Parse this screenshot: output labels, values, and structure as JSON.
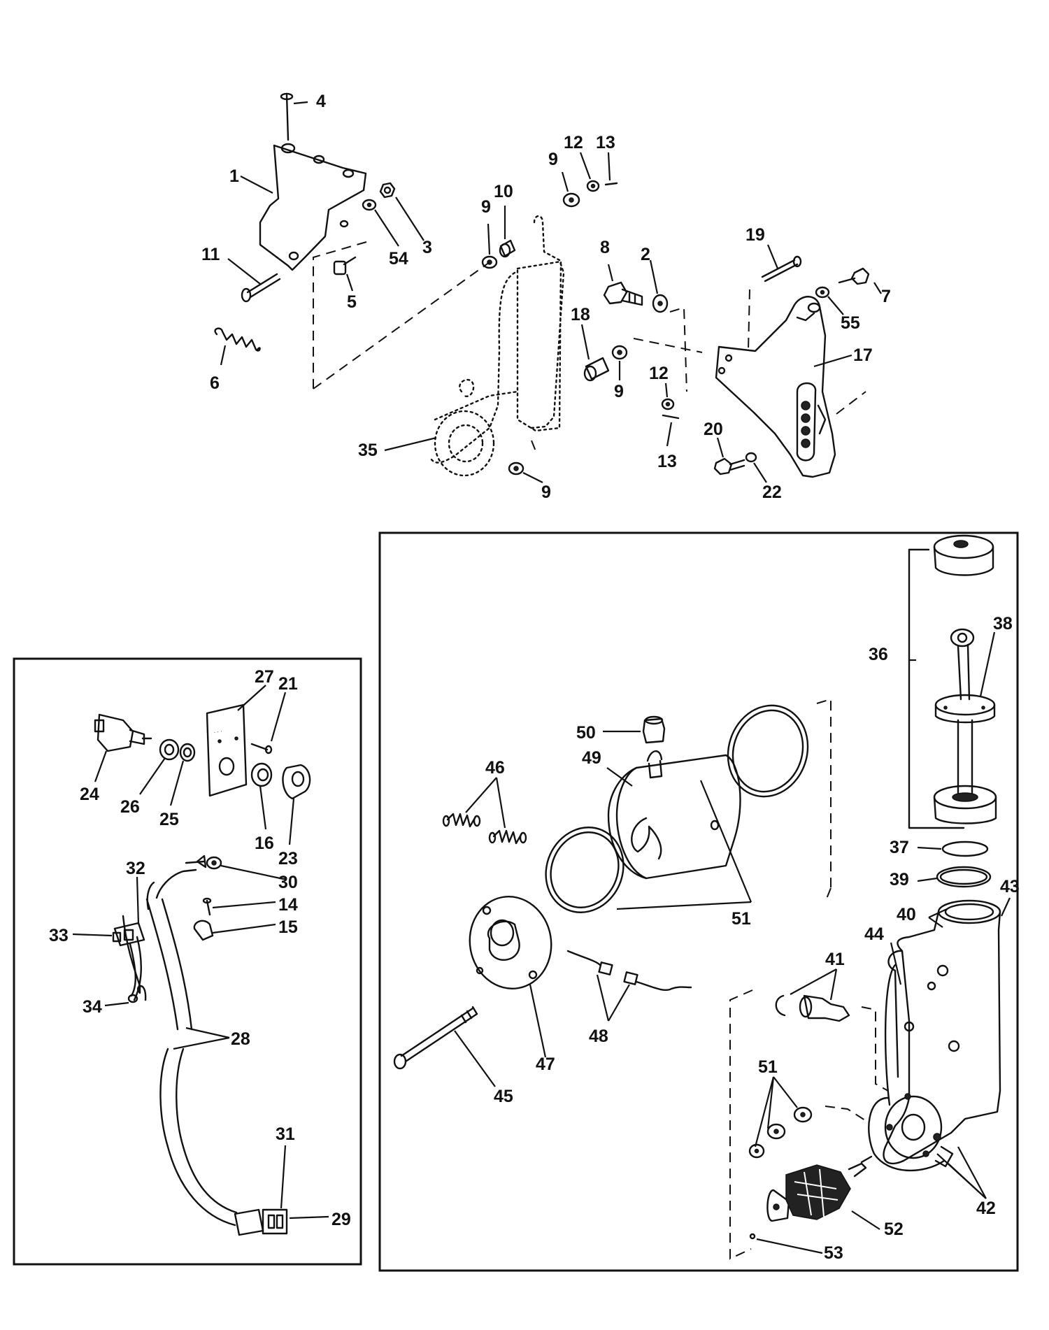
{
  "callouts": {
    "c1": "1",
    "c2": "2",
    "c3": "3",
    "c4": "4",
    "c5": "5",
    "c6": "6",
    "c7": "7",
    "c8": "8",
    "c9a": "9",
    "c9b": "9",
    "c9c": "9",
    "c9d": "9",
    "c10": "10",
    "c11": "11",
    "c12a": "12",
    "c12b": "12",
    "c13a": "13",
    "c13b": "13",
    "c14": "14",
    "c15": "15",
    "c16": "16",
    "c17": "17",
    "c18": "18",
    "c19": "19",
    "c20": "20",
    "c21": "21",
    "c22": "22",
    "c23": "23",
    "c24": "24",
    "c25": "25",
    "c26": "26",
    "c27": "27",
    "c28": "28",
    "c29": "29",
    "c30": "30",
    "c31": "31",
    "c32": "32",
    "c33": "33",
    "c34": "34",
    "c35": "35",
    "c36": "36",
    "c37": "37",
    "c38": "38",
    "c39": "39",
    "c40": "40",
    "c41": "41",
    "c42": "42",
    "c43": "43",
    "c44": "44",
    "c45": "45",
    "c46": "46",
    "c47": "47",
    "c48": "48",
    "c49": "49",
    "c50": "50",
    "c51a": "51",
    "c51b": "51",
    "c52": "52",
    "c53": "53",
    "c54": "54",
    "c55": "55"
  },
  "icons": {
    "bracket": "mounting-bracket-icon",
    "pump": "tilt-pump-motor-icon",
    "switch": "toggle-switch-icon",
    "harness": "wire-harness-icon",
    "armature": "armature-icon"
  },
  "colors": {
    "ink": "#111111",
    "paper": "#ffffff"
  }
}
